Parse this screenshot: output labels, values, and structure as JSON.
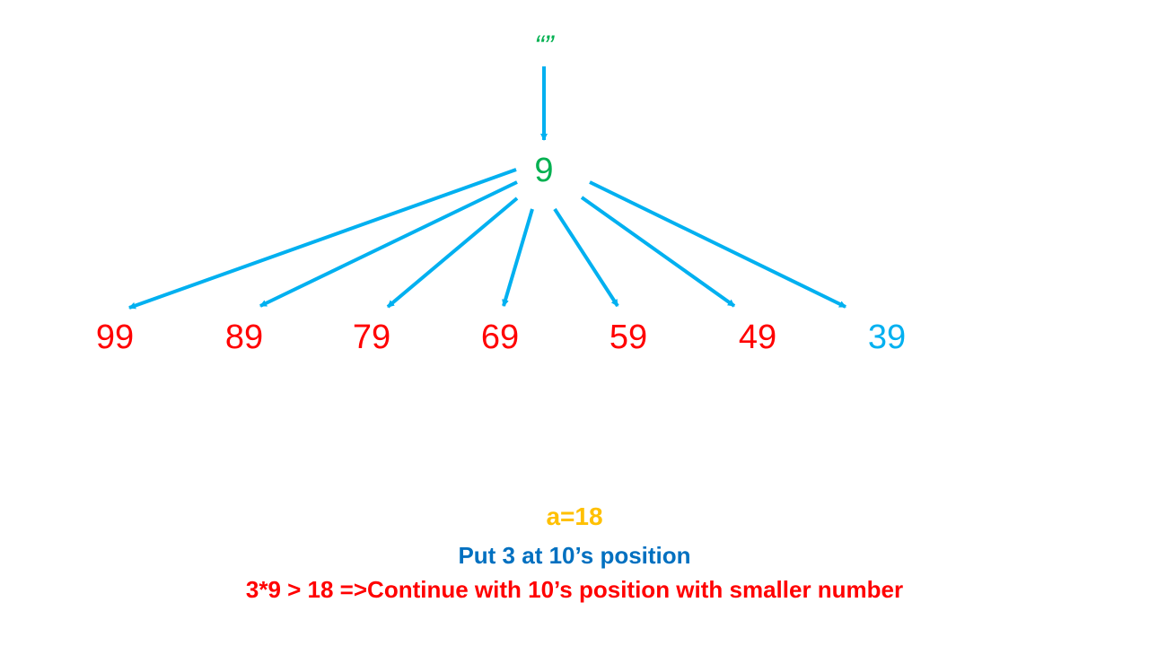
{
  "root": {
    "label": "“”",
    "color": "#00b050"
  },
  "current": {
    "label": "9",
    "color": "#00b050"
  },
  "children": [
    {
      "label": "99",
      "color": "#ff0000"
    },
    {
      "label": "89",
      "color": "#ff0000"
    },
    {
      "label": "79",
      "color": "#ff0000"
    },
    {
      "label": "69",
      "color": "#ff0000"
    },
    {
      "label": "59",
      "color": "#ff0000"
    },
    {
      "label": "49",
      "color": "#ff0000"
    },
    {
      "label": "39",
      "color": "#00b0f0"
    }
  ],
  "arrow_color": "#00b0f0",
  "captions": {
    "variable": {
      "text": "a=18",
      "color": "#ffc000"
    },
    "step": {
      "text": "Put 3 at 10’s position",
      "color": "#0070c0"
    },
    "rule": {
      "text": "3*9 > 18 =>Continue with 10’s position with smaller number",
      "color": "#ff0000"
    }
  }
}
